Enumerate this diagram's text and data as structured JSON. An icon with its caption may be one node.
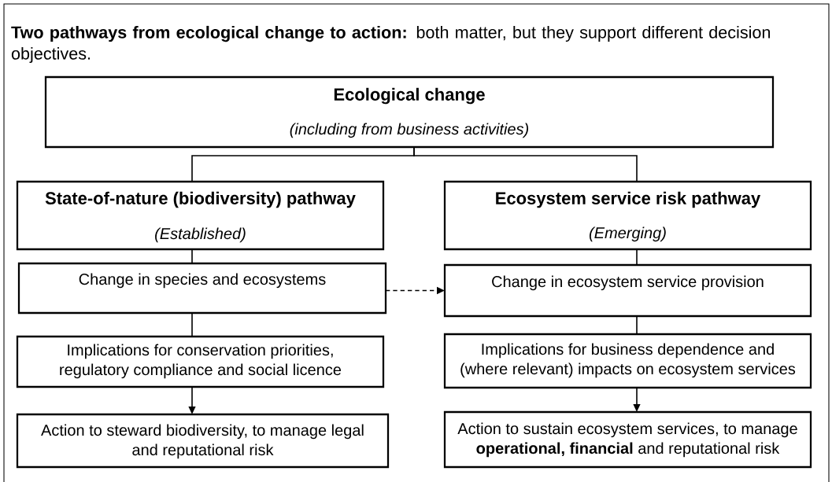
{
  "diagram": {
    "title": "**Two pathways from ecological change to action:** both matter, but they support different decision objectives.",
    "nodes": [
      {
        "text": [
          "Ecological change",
          "(including from business activities)"
        ]
      },
      {
        "text": [
          "State-of-nature (biodiversity) pathway",
          "(Established)"
        ]
      },
      {
        "text": [
          "Ecosystem service risk pathway",
          "(Emerging)"
        ]
      },
      {
        "text": [
          "Change in species and ecosystems"
        ]
      },
      {
        "text": [
          "Change in ecosystem service provision"
        ]
      },
      {
        "text": [
          "Implications for conservation priorities, regulatory compliance and social licence"
        ]
      },
      {
        "text": [
          "Implications for business dependence and (where relevant) impacts on ecosystem services"
        ]
      },
      {
        "text": [
          "Action to steward biodiversity, to manage legal and reputational risk"
        ]
      },
      {
        "text": [
          "Action to sustain ecosystem services, to manage **operational, financial** and reputational risk"
        ]
      }
    ],
    "edges": [
      {
        "from": 0,
        "to": 1,
        "arrow": "none"
      },
      {
        "from": 0,
        "to": 2,
        "arrow": "none"
      },
      {
        "from": 1,
        "to": 3,
        "arrow": "none"
      },
      {
        "from": 2,
        "to": 4,
        "arrow": "none"
      },
      {
        "from": 3,
        "to": 4,
        "arrow": "to",
        "style": "dashed"
      },
      {
        "from": 3,
        "to": 5,
        "arrow": "none"
      },
      {
        "from": 4,
        "to": 6,
        "arrow": "none"
      },
      {
        "from": 5,
        "to": 7,
        "arrow": "to"
      },
      {
        "from": 6,
        "to": 8,
        "arrow": "to"
      }
    ]
  }
}
